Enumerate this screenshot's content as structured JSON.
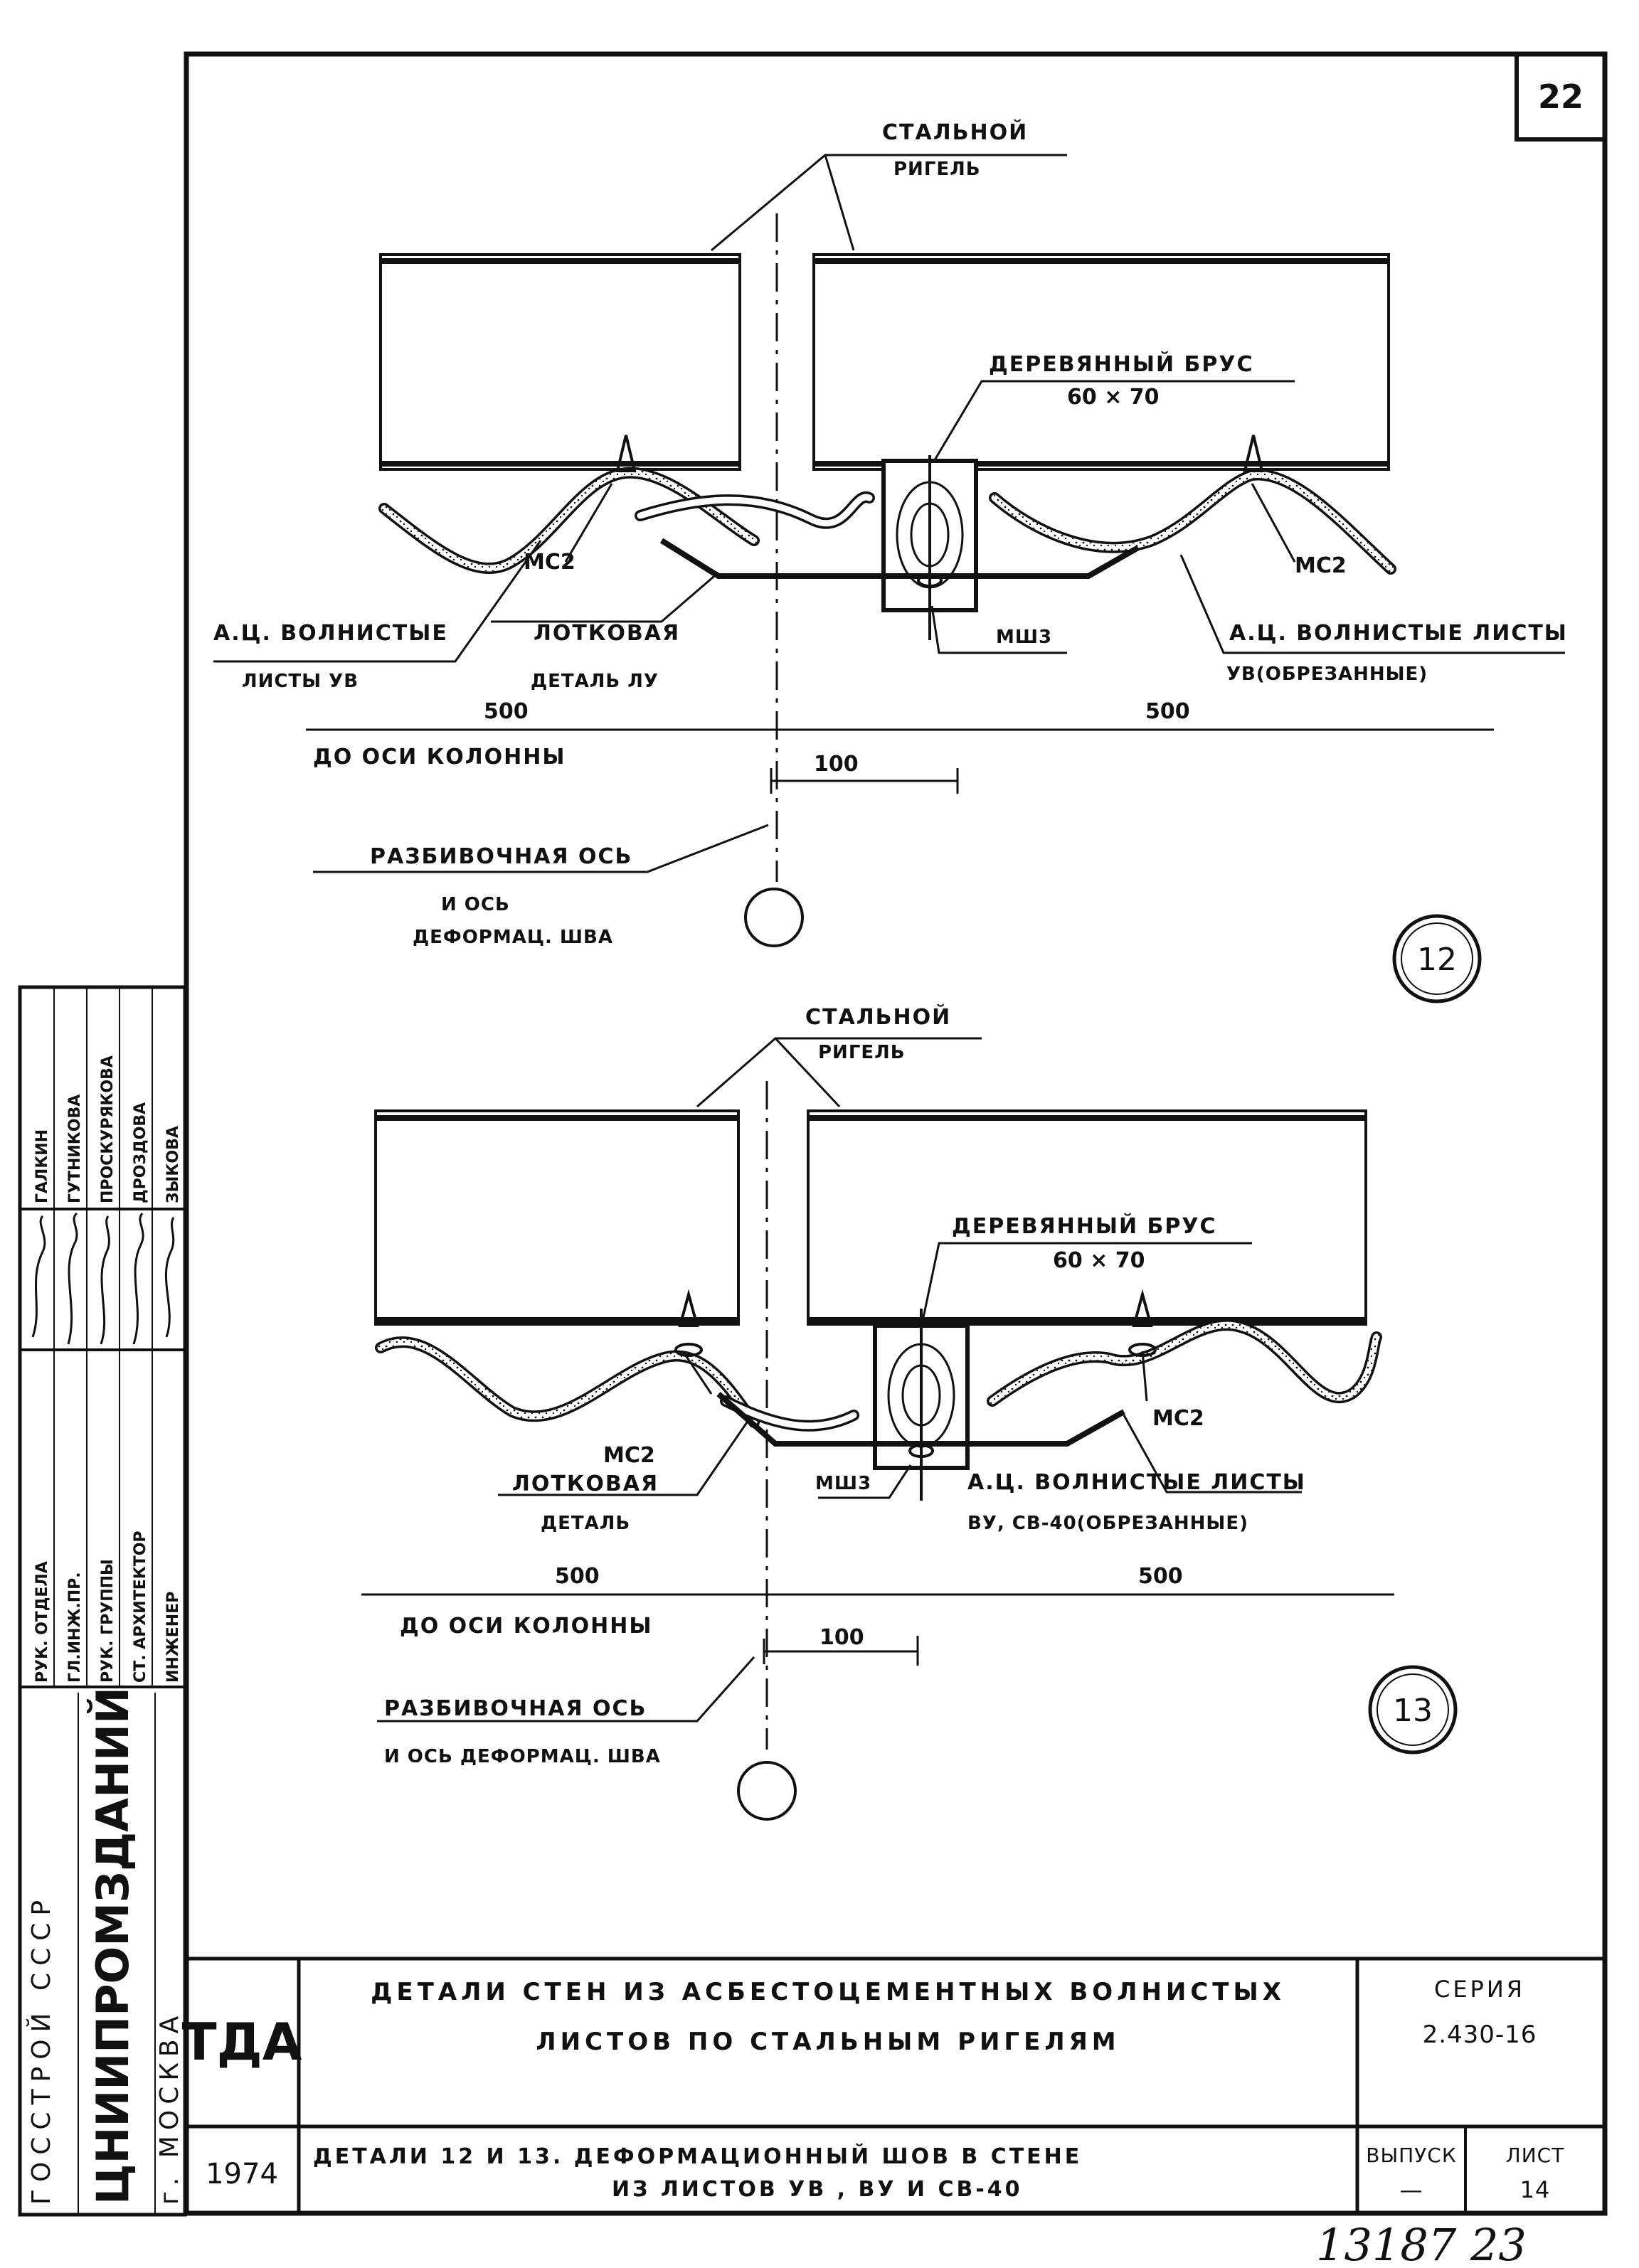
{
  "sheet_number": "22",
  "detail_12": {
    "steel_girder_label": [
      "СТАЛЬНОЙ",
      "РИГЕЛЬ"
    ],
    "timber_label": [
      "ДЕРЕВЯННЫЙ БРУС",
      "60 × 70"
    ],
    "mc2_left": "МС2",
    "mc2_right": "МС2",
    "msh3": "МШ3",
    "corrugated_left": [
      "А.Ц. ВОЛНИСТЫЕ",
      "ЛИСТЫ УВ"
    ],
    "tray_label": [
      "ЛОТКОВАЯ",
      "ДЕТАЛЬ ЛУ"
    ],
    "corrugated_right": [
      "А.Ц. ВОЛНИСТЫЕ ЛИСТЫ",
      "УВ(ОБРЕЗАННЫЕ)"
    ],
    "dim_500_left": "500",
    "dim_500_right": "500",
    "to_column_axis": "ДО ОСИ КОЛОННЫ",
    "dim_100": "100",
    "axis_label": [
      "РАЗБИВОЧНАЯ ОСЬ",
      "И ОСЬ",
      "ДЕФОРМАЦ. ШВА"
    ],
    "detail_number": "12"
  },
  "detail_13": {
    "steel_girder_label": [
      "СТАЛЬНОЙ",
      "РИГЕЛЬ"
    ],
    "timber_label": [
      "ДЕРЕВЯННЫЙ БРУС",
      "60 × 70"
    ],
    "mc2_left": "МС2",
    "mc2_right": "МС2",
    "msh3": "МШ3",
    "tray_label": [
      "ЛОТКОВАЯ",
      "ДЕТАЛЬ"
    ],
    "corrugated_right": [
      "А.Ц. ВОЛНИСТЫЕ ЛИСТЫ",
      "ВУ, СВ-40(ОБРЕЗАННЫЕ)"
    ],
    "dim_500_left": "500",
    "dim_500_right": "500",
    "to_column_axis": "ДО ОСИ КОЛОННЫ",
    "dim_100": "100",
    "axis_label": [
      "РАЗБИВОЧНАЯ ОСЬ",
      "И ОСЬ ДЕФОРМАЦ. ШВА"
    ],
    "detail_number": "13"
  },
  "side_stamp": {
    "org": [
      "ГОССТРОЙ СССР",
      "ЦНИИПРОМЗДАНИЙ",
      "г. МОСКВА"
    ],
    "roles": [
      "РУК. ОТДЕЛА",
      "ГЛ.ИНЖ.ПР.",
      "РУК. ГРУППЫ",
      "СТ. АРХИТЕКТОР",
      "ИНЖЕНЕР"
    ],
    "signatures": [
      "",
      "",
      "",
      "",
      ""
    ],
    "names": [
      "ГАЛКИН",
      "ГУТНИКОВА",
      "ПРОСКУРЯКОВА",
      "ДРОЗДОВА",
      "ЗЫКОВА"
    ]
  },
  "title_block": {
    "org_code": "ТДА",
    "title": [
      "ДЕТАЛИ СТЕН ИЗ АСБЕСТОЦЕМЕНТНЫХ ВОЛНИСТЫХ",
      "ЛИСТОВ ПО СТАЛЬНЫМ РИГЕЛЯМ"
    ],
    "series_label": "СЕРИЯ",
    "series_value": "2.430-16",
    "year": "1974",
    "subtitle": [
      "ДЕТАЛИ 12 И 13. ДЕФОРМАЦИОННЫЙ ШОВ В СТЕНЕ",
      "ИЗ ЛИСТОВ УВ , ВУ И СВ-40"
    ],
    "issue_label": "ВЫПУСК",
    "issue_value": "—",
    "sheet_label": "ЛИСТ",
    "sheet_value": "14"
  },
  "archive_number": "13187 23"
}
